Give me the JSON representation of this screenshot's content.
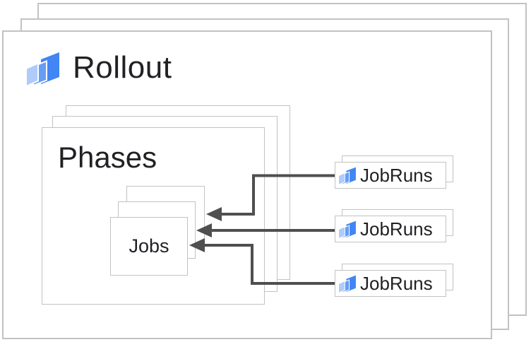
{
  "rollout": {
    "title": "Rollout"
  },
  "phases": {
    "title": "Phases"
  },
  "jobs": {
    "title": "Jobs"
  },
  "jobruns": [
    {
      "label": "JobRuns"
    },
    {
      "label": "JobRuns"
    },
    {
      "label": "JobRuns"
    }
  ],
  "icons": {
    "logo": "cloud-deploy-icon"
  },
  "colors": {
    "border": "#c2c2c2",
    "arrow": "#4f4f4f",
    "text": "#202124",
    "icon_blue_dark": "#4285f4",
    "icon_blue_medium": "#669df6",
    "icon_blue_light": "#aecbfa"
  }
}
